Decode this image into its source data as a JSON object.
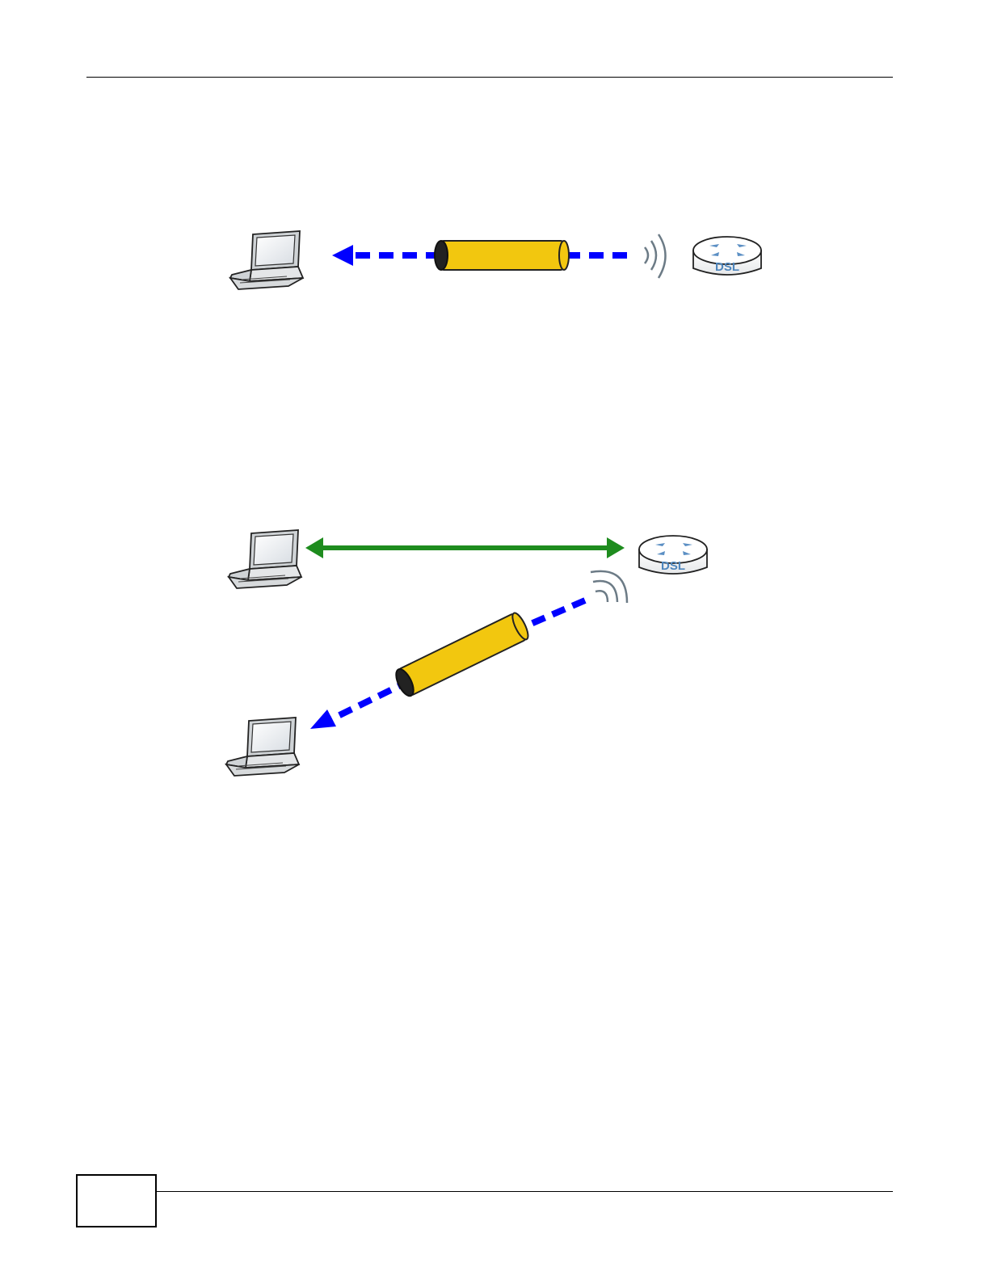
{
  "header": {
    "text": ""
  },
  "footer": {
    "page_number": ""
  },
  "figure_1": {
    "router_label": "DSL",
    "colors": {
      "arrow": "#0000ff",
      "tube": "#f2c70f",
      "tube_end": "#222222"
    },
    "icons": [
      "laptop-icon",
      "wireless-signal-icon",
      "router-icon",
      "encrypted-tunnel"
    ]
  },
  "figure_2": {
    "router_label": "DSL",
    "colors": {
      "direct_arrow": "#1e8c1e",
      "arrow": "#0000ff",
      "tube": "#f2c70f"
    },
    "icons": [
      "laptop-icon",
      "laptop-icon",
      "wireless-signal-icon",
      "router-icon",
      "encrypted-tunnel"
    ]
  }
}
